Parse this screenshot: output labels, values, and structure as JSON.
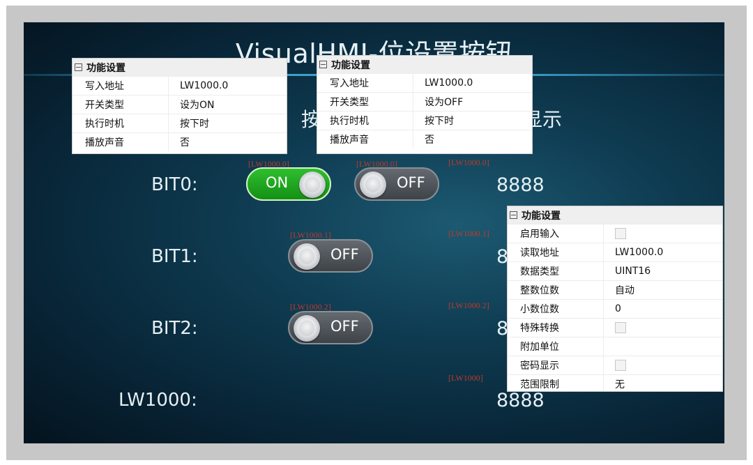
{
  "window": {
    "title": "VisualHMI-位设置按钮"
  },
  "column_heading_left": "按",
  "column_heading_right": "显示",
  "rows": [
    {
      "label": "BIT0:",
      "display": "8888",
      "addr_on": "[LW1000.0]",
      "addr_off": "[LW1000.0]",
      "addr_display": "[LW1000.0]",
      "on_label": "ON",
      "off_label": "OFF"
    },
    {
      "label": "BIT1:",
      "display": "8",
      "addr_switch": "[LW1000.1]",
      "addr_display": "[LW1000.1]",
      "switch_label": "OFF"
    },
    {
      "label": "BIT2:",
      "display": "8",
      "addr_switch": "[LW1000.2]",
      "addr_display": "[LW1000.2]",
      "switch_label": "OFF"
    },
    {
      "label": "LW1000:",
      "display": "8888",
      "addr_display": "[LW1000]"
    }
  ],
  "panels": {
    "on_button": {
      "header": "功能设置",
      "rows": [
        {
          "key": "写入地址",
          "value": "LW1000.0"
        },
        {
          "key": "开关类型",
          "value": "设为ON"
        },
        {
          "key": "执行时机",
          "value": "按下时"
        },
        {
          "key": "播放声音",
          "value": "否"
        }
      ]
    },
    "off_button": {
      "header": "功能设置",
      "rows": [
        {
          "key": "写入地址",
          "value": "LW1000.0"
        },
        {
          "key": "开关类型",
          "value": "设为OFF"
        },
        {
          "key": "执行时机",
          "value": "按下时"
        },
        {
          "key": "播放声音",
          "value": "否"
        }
      ]
    },
    "numeric_display": {
      "header": "功能设置",
      "rows": [
        {
          "key": "启用输入",
          "value": "",
          "checkbox": true
        },
        {
          "key": "读取地址",
          "value": "LW1000.0"
        },
        {
          "key": "数据类型",
          "value": "UINT16"
        },
        {
          "key": "整数位数",
          "value": "自动"
        },
        {
          "key": "小数位数",
          "value": "0"
        },
        {
          "key": "特殊转换",
          "value": "",
          "checkbox": true
        },
        {
          "key": "附加单位",
          "value": ""
        },
        {
          "key": "密码显示",
          "value": "",
          "checkbox": true
        },
        {
          "key": "范围限制",
          "value": "无"
        }
      ]
    }
  }
}
